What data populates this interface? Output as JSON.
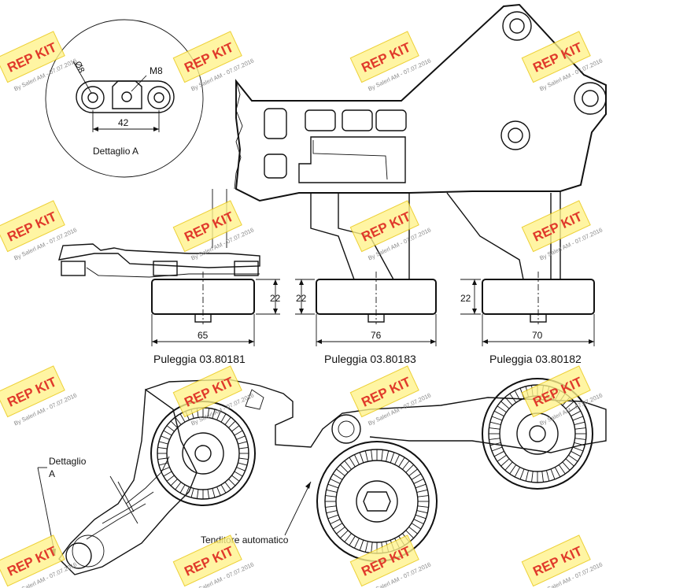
{
  "detail": {
    "title": "Dettaglio A",
    "hole_diameter": "Ø8",
    "thread": "M8",
    "spacing": "42"
  },
  "pulleys": [
    {
      "name": "Puleggia 03.80181",
      "width": "22",
      "diameter": "65"
    },
    {
      "name": "Puleggia 03.80183",
      "width": "22",
      "diameter": "76"
    },
    {
      "name": "Puleggia 03.80182",
      "width": "22",
      "diameter": "70"
    }
  ],
  "callouts": {
    "detail_ref": [
      "Dettaglio",
      "A"
    ],
    "tensioner": "Tenditore automatico"
  },
  "watermark": {
    "brand": "REP KIT",
    "byline": "By Salerl AM - 07.07.2016"
  },
  "colors": {
    "watermark_fill": "#fff38a",
    "watermark_text": "#e0392b",
    "line": "#111111"
  }
}
